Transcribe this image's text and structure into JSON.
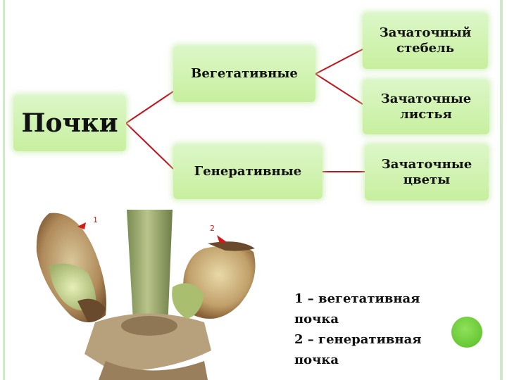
{
  "diagram": {
    "root": {
      "label": "Почки"
    },
    "branches": [
      {
        "label": "Вегетативные",
        "children": [
          {
            "lines": [
              "Зачаточный",
              "стебель"
            ]
          },
          {
            "lines": [
              "Зачаточные",
              "листья"
            ]
          }
        ]
      },
      {
        "label": "Генеративные",
        "children": [
          {
            "lines": [
              "Зачаточные",
              "цветы"
            ]
          }
        ]
      }
    ],
    "connector_color": "#c0141c"
  },
  "photo": {
    "markers": [
      "1",
      "2"
    ]
  },
  "caption": {
    "lines": [
      "1 – вегетативная",
      "почка",
      "2 – генеративная",
      "почка"
    ]
  },
  "colors": {
    "node_fill": "#c7ef9e",
    "accent_dot": "#6dcc3a",
    "frame": "#cfe9c8"
  }
}
